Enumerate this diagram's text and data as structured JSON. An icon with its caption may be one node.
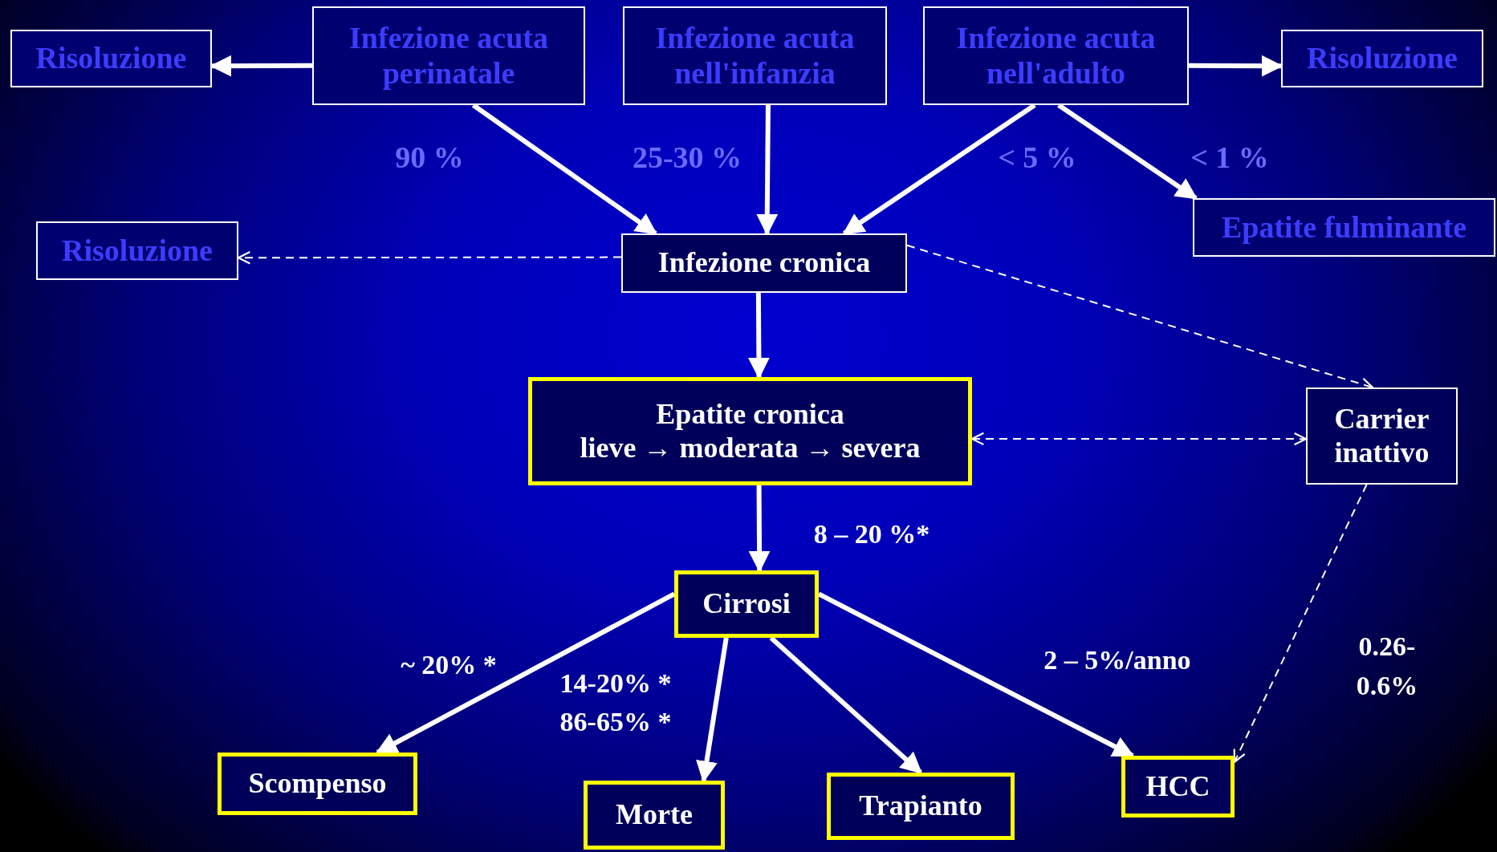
{
  "diagram": {
    "nodes": [
      {
        "text": [
          "Infezione acuta perinatale"
        ]
      },
      {
        "text": [
          "Infezione acuta nell'infanzia"
        ]
      },
      {
        "text": [
          "Infezione acuta nell'adulto"
        ]
      },
      {
        "text": [
          "Risoluzione"
        ]
      },
      {
        "text": [
          "Risoluzione"
        ]
      },
      {
        "text": [
          "Epatite fulminante"
        ]
      },
      {
        "text": [
          "Risoluzione"
        ]
      },
      {
        "text": [
          "Infezione cronica"
        ]
      },
      {
        "text": [
          "Epatite cronica",
          "lieve → moderata → severa"
        ]
      },
      {
        "text": [
          "Carrier inattivo"
        ]
      },
      {
        "text": [
          "Cirrosi"
        ]
      },
      {
        "text": [
          "Scompenso"
        ]
      },
      {
        "text": [
          "Morte"
        ]
      },
      {
        "text": [
          "Trapianto"
        ]
      },
      {
        "text": [
          "HCC"
        ]
      }
    ],
    "edges": [
      {
        "from": 0,
        "to": 3,
        "arrow": "to"
      },
      {
        "from": 2,
        "to": 4,
        "arrow": "to"
      },
      {
        "from": 0,
        "to": 7,
        "arrow": "to"
      },
      {
        "from": 1,
        "to": 7,
        "arrow": "to"
      },
      {
        "from": 2,
        "to": 7,
        "arrow": "to"
      },
      {
        "from": 2,
        "to": 5,
        "arrow": "to"
      },
      {
        "from": 7,
        "to": 6,
        "arrow": "to",
        "style": "dashed"
      },
      {
        "from": 7,
        "to": 9,
        "arrow": "to",
        "style": "dashed"
      },
      {
        "from": 7,
        "to": 8,
        "arrow": "to"
      },
      {
        "from": 8,
        "to": 9,
        "arrow": "both",
        "style": "dashed"
      },
      {
        "from": 8,
        "to": 10,
        "arrow": "to"
      },
      {
        "from": 10,
        "to": 11,
        "arrow": "to"
      },
      {
        "from": 10,
        "to": 12,
        "arrow": "to"
      },
      {
        "from": 10,
        "to": 13,
        "arrow": "to"
      },
      {
        "from": 10,
        "to": 14,
        "arrow": "to"
      },
      {
        "from": 9,
        "to": 14,
        "arrow": "to",
        "style": "dashed"
      }
    ],
    "labels": [
      "90 %",
      "25-30 %",
      "< 5 %",
      "< 1 %",
      "8 – 20 %*",
      "~ 20% *",
      "14-20% *",
      "86-65% *",
      "2 – 5%/anno",
      "0.26- 0.6%"
    ]
  }
}
